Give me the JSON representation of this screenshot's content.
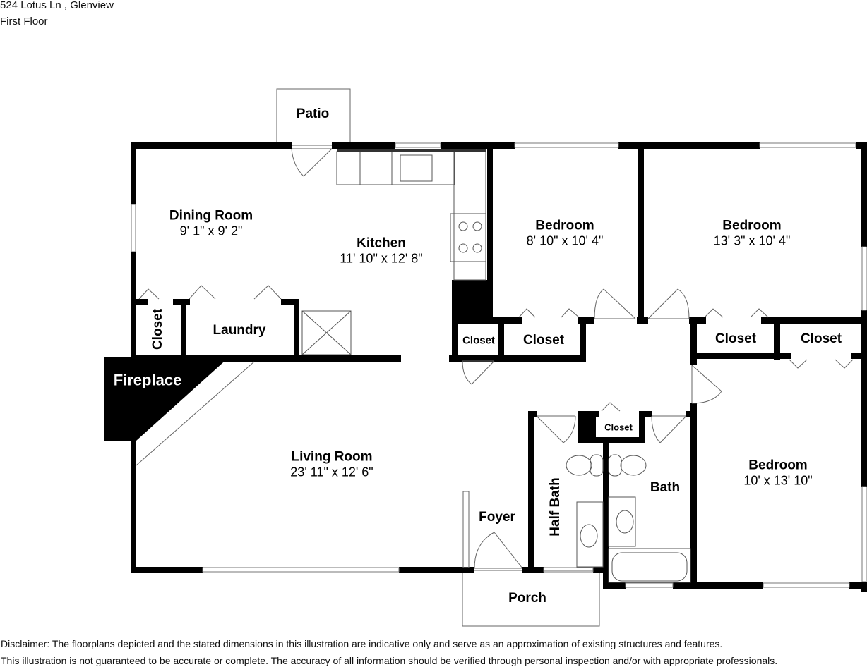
{
  "header": {
    "address": "524 Lotus Ln , Glenview",
    "floor": "First Floor"
  },
  "rooms": [
    {
      "id": "patio",
      "name": "Patio",
      "dims": ""
    },
    {
      "id": "dining-room",
      "name": "Dining Room",
      "dims": "9' 1\" x 9' 2\""
    },
    {
      "id": "kitchen",
      "name": "Kitchen",
      "dims": "11' 10\" x 12' 8\""
    },
    {
      "id": "bedroom-1",
      "name": "Bedroom",
      "dims": "8' 10\" x 10' 4\""
    },
    {
      "id": "bedroom-2",
      "name": "Bedroom",
      "dims": "13' 3\" x 10' 4\""
    },
    {
      "id": "closet-dining",
      "name": "Closet",
      "dims": ""
    },
    {
      "id": "laundry",
      "name": "Laundry",
      "dims": ""
    },
    {
      "id": "fireplace",
      "name": "Fireplace",
      "dims": ""
    },
    {
      "id": "closet-small",
      "name": "Closet",
      "dims": ""
    },
    {
      "id": "closet-bed1",
      "name": "Closet",
      "dims": ""
    },
    {
      "id": "closet-bed2",
      "name": "Closet",
      "dims": ""
    },
    {
      "id": "closet-bed3",
      "name": "Closet",
      "dims": ""
    },
    {
      "id": "closet-hall",
      "name": "Closet",
      "dims": ""
    },
    {
      "id": "living-room",
      "name": "Living Room",
      "dims": "23' 11\" x 12' 6\""
    },
    {
      "id": "foyer",
      "name": "Foyer",
      "dims": ""
    },
    {
      "id": "half-bath",
      "name": "Half Bath",
      "dims": ""
    },
    {
      "id": "bath",
      "name": "Bath",
      "dims": ""
    },
    {
      "id": "bedroom-3",
      "name": "Bedroom",
      "dims": "10' x 13' 10\""
    },
    {
      "id": "porch",
      "name": "Porch",
      "dims": ""
    }
  ],
  "disclaimer": {
    "line1": "Disclaimer: The floorplans depicted and the stated dimensions in this illustration are indicative only and serve as an approximation of existing structures and features.",
    "line2": "This illustration is not guaranteed to be accurate or complete. The accuracy of all information should be verified through personal inspection and/or with appropriate professionals."
  },
  "colors": {
    "wall": "#000000",
    "fixture": "#555555",
    "background": "#ffffff"
  }
}
